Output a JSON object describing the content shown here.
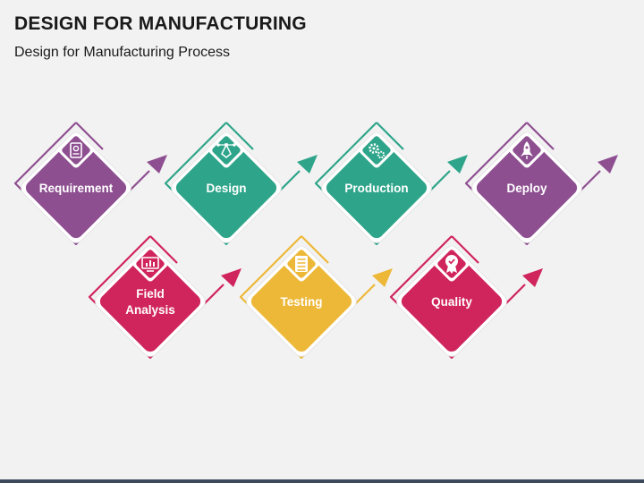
{
  "header": {
    "title": "DESIGN FOR MANUFACTURING",
    "subtitle": "Design for Manufacturing Process"
  },
  "steps": [
    {
      "label": "Requirement",
      "color": "#8e4f91",
      "icon": "document-gear-icon",
      "row": 1
    },
    {
      "label": "Design",
      "color": "#2ea58a",
      "icon": "vector-pen-icon",
      "row": 1
    },
    {
      "label": "Production",
      "color": "#2ea58a",
      "icon": "gears-icon",
      "row": 1
    },
    {
      "label": "Deploy",
      "color": "#8e4f91",
      "icon": "rocket-icon",
      "row": 1
    },
    {
      "label": "Field\nAnalysis",
      "color": "#d0245d",
      "icon": "monitor-chart-icon",
      "row": 2
    },
    {
      "label": "Testing",
      "color": "#edb838",
      "icon": "checklist-icon",
      "row": 2
    },
    {
      "label": "Quality",
      "color": "#d0245d",
      "icon": "award-badge-icon",
      "row": 2
    }
  ]
}
